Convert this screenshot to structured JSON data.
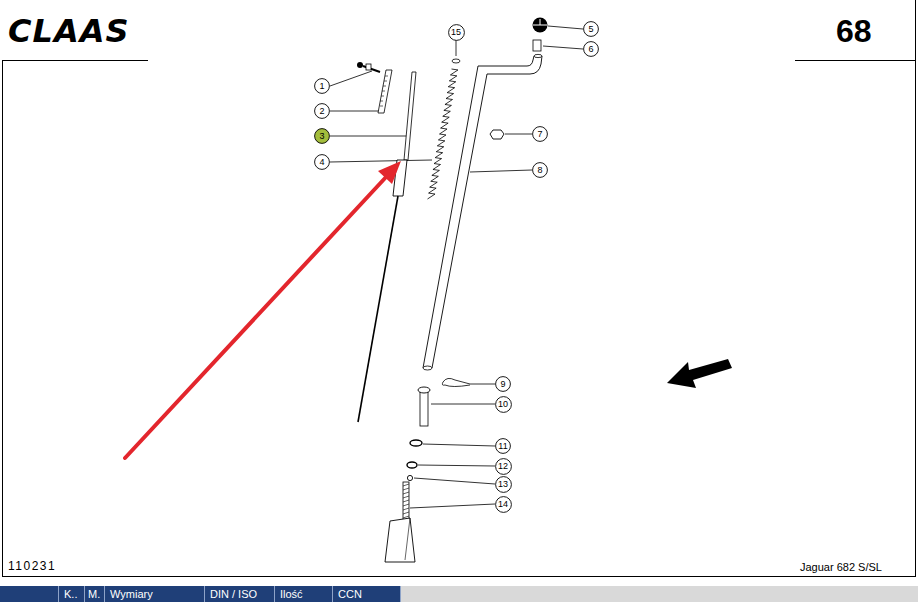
{
  "diagram": {
    "nodes": [
      {
        "text": [
          "15"
        ]
      },
      {
        "text": [
          "5"
        ]
      },
      {
        "text": [
          "6"
        ]
      },
      {
        "text": [
          "1"
        ]
      },
      {
        "text": [
          "2"
        ]
      },
      {
        "text": [
          "3"
        ]
      },
      {
        "text": [
          "7"
        ]
      },
      {
        "text": [
          "4"
        ]
      },
      {
        "text": [
          "8"
        ]
      },
      {
        "text": [
          "9"
        ]
      },
      {
        "text": [
          "10"
        ]
      },
      {
        "text": [
          "11"
        ]
      },
      {
        "text": [
          "12"
        ]
      },
      {
        "text": [
          "13"
        ]
      },
      {
        "text": [
          "14"
        ]
      }
    ],
    "labels": [
      "CLAAS",
      "68",
      "110231",
      "Jaguar 682 S/SL",
      "K..",
      "M.",
      "Wymiary",
      "DIN / ISO",
      "Ilość",
      "CCN"
    ]
  }
}
